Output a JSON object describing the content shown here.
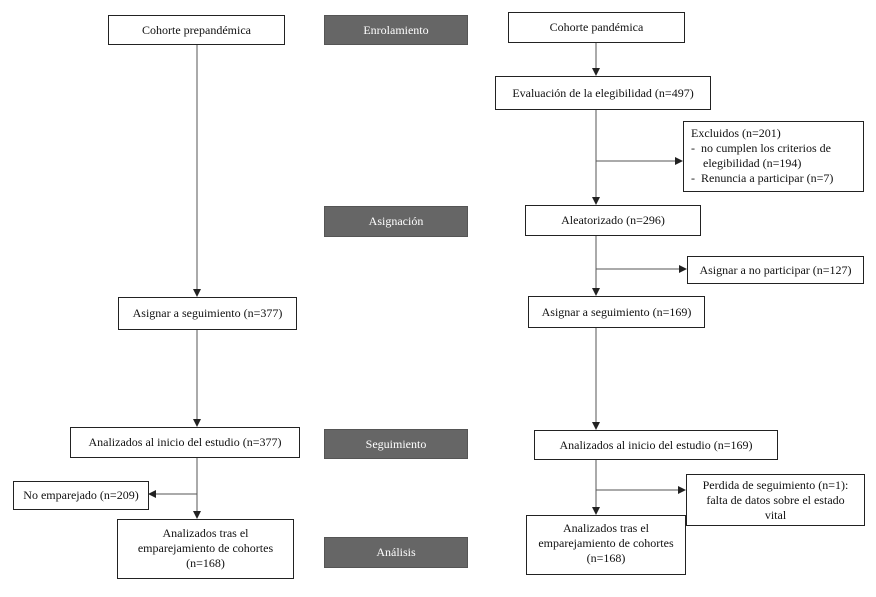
{
  "stages": {
    "enrolamiento": "Enrolamiento",
    "asignacion": "Asignación",
    "seguimiento": "Seguimiento",
    "analisis": "Análisis"
  },
  "left": {
    "cohort": "Cohorte prepandémica",
    "assign": "Asignar a seguimiento (n=377)",
    "baseline": "Analizados al inicio del estudio (n=377)",
    "unmatched": "No emparejado (n=209)",
    "matched": [
      "Analizados tras el",
      "emparejamiento de cohortes",
      "(n=168)"
    ]
  },
  "right": {
    "cohort": "Cohorte pandémica",
    "eligibility": "Evaluación de la elegibilidad (n=497)",
    "excluded": {
      "title": "Excluidos (n=201)",
      "items": [
        "-  no cumplen los criterios de",
        "    elegibilidad (n=194)",
        "-  Renuncia a participar (n=7)"
      ]
    },
    "randomized": "Aleatorizado (n=296)",
    "no_participate": "Asignar a no participar (n=127)",
    "assign": "Asignar a seguimiento (n=169)",
    "baseline": "Analizados al inicio del estudio (n=169)",
    "lost": [
      "Perdida de seguimiento (n=1):",
      "falta de datos sobre el estado",
      "vital"
    ],
    "matched": [
      "Analizados tras el",
      "emparejamiento de cohortes",
      "(n=168)"
    ]
  }
}
